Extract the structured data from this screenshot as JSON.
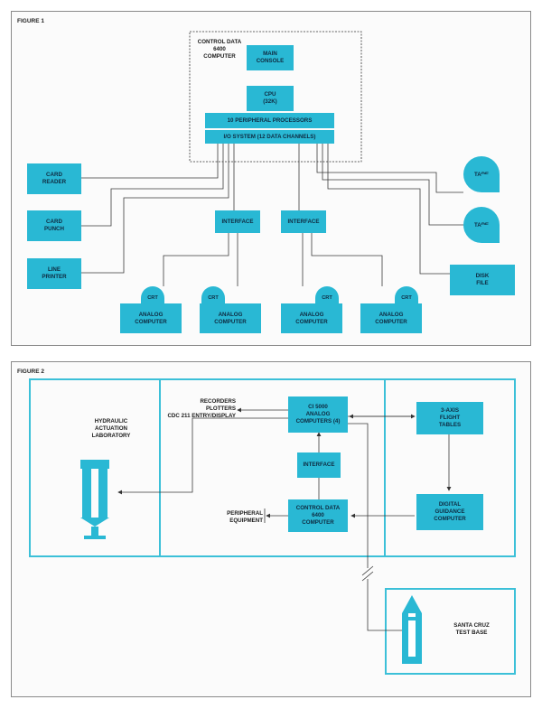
{
  "figure1": {
    "title": "FIGURE 1",
    "computer_label": "CONTROL DATA\n6400\nCOMPUTER",
    "main_console": "MAIN\nCONSOLE",
    "cpu": "CPU\n(32K)",
    "peripheral_processors": "10 PERIPHERAL PROCESSORS",
    "io_system": "I/O SYSTEM (12 DATA CHANNELS)",
    "card_reader": "CARD\nREADER",
    "card_punch": "CARD\nPUNCH",
    "line_printer": "LINE\nPRINTER",
    "interface_1": "INTERFACE",
    "interface_2": "INTERFACE",
    "tape_1": "TAPE",
    "tape_2": "TAPE",
    "disk_file": "DISK\nFILE",
    "crt": "CRT",
    "analog_computer": "ANALOG\nCOMPUTER"
  },
  "figure2": {
    "title": "FIGURE 2",
    "hydraulic_lab": "HYDRAULIC\nACTUATION\nLABORATORY",
    "recorders": "RECORDERS\nPLOTTERS\nCDC 211 ENTRY/DISPLAY",
    "ci5000": "CI 5000\nANALOG\nCOMPUTERS (4)",
    "interface": "INTERFACE",
    "cdc6400": "CONTROL DATA\n6400\nCOMPUTER",
    "peripheral_equipment": "PERIPHERAL\nEQUIPMENT",
    "flight_tables": "3-AXIS\nFLIGHT\nTABLES",
    "digital_guidance": "DIGITAL\nGUIDANCE\nCOMPUTER",
    "santa_cruz": "SANTA CRUZ\nTEST BASE"
  },
  "colors": {
    "accent": "#29b8d4",
    "line": "#3a3a3a"
  }
}
